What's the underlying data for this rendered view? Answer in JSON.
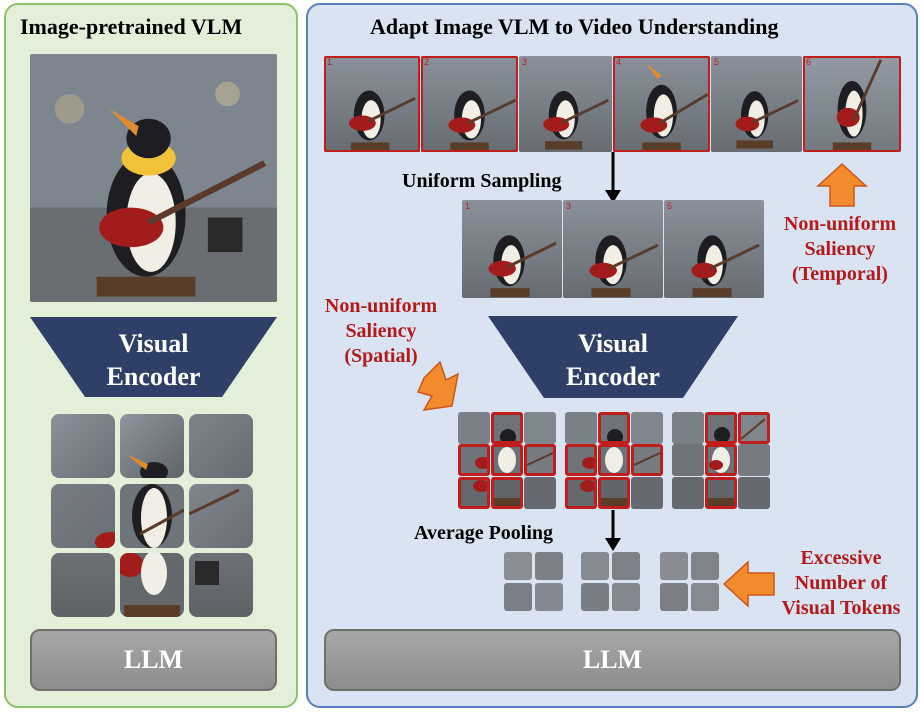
{
  "left_panel": {
    "title": "Image-pretrained VLM",
    "encoder_line1": "Visual",
    "encoder_line2": "Encoder",
    "llm": "LLM"
  },
  "right_panel": {
    "title": "Adapt Image VLM to Video Understanding",
    "frame_numbers": [
      "1",
      "2",
      "3",
      "4",
      "5",
      "6"
    ],
    "sampled_frame_numbers": [
      "1",
      "3",
      "5"
    ],
    "uniform_sampling": "Uniform Sampling",
    "temporal_saliency": [
      "Non-uniform",
      "Saliency",
      "(Temporal)"
    ],
    "spatial_saliency": [
      "Non-uniform",
      "Saliency",
      "(Spatial)"
    ],
    "encoder_line1": "Visual",
    "encoder_line2": "Encoder",
    "average_pooling": "Average Pooling",
    "excessive_tokens": [
      "Excessive",
      "Number of",
      "Visual Tokens"
    ],
    "llm": "LLM"
  },
  "colors": {
    "left_panel_bg": "#e4efd9",
    "right_panel_bg": "#d9e3f2",
    "encoder_fill": "#2e3f68",
    "highlight_red": "#c01d1d",
    "orange_arrow": "#f28a2e",
    "llm_gray": "#9a9a9a"
  }
}
